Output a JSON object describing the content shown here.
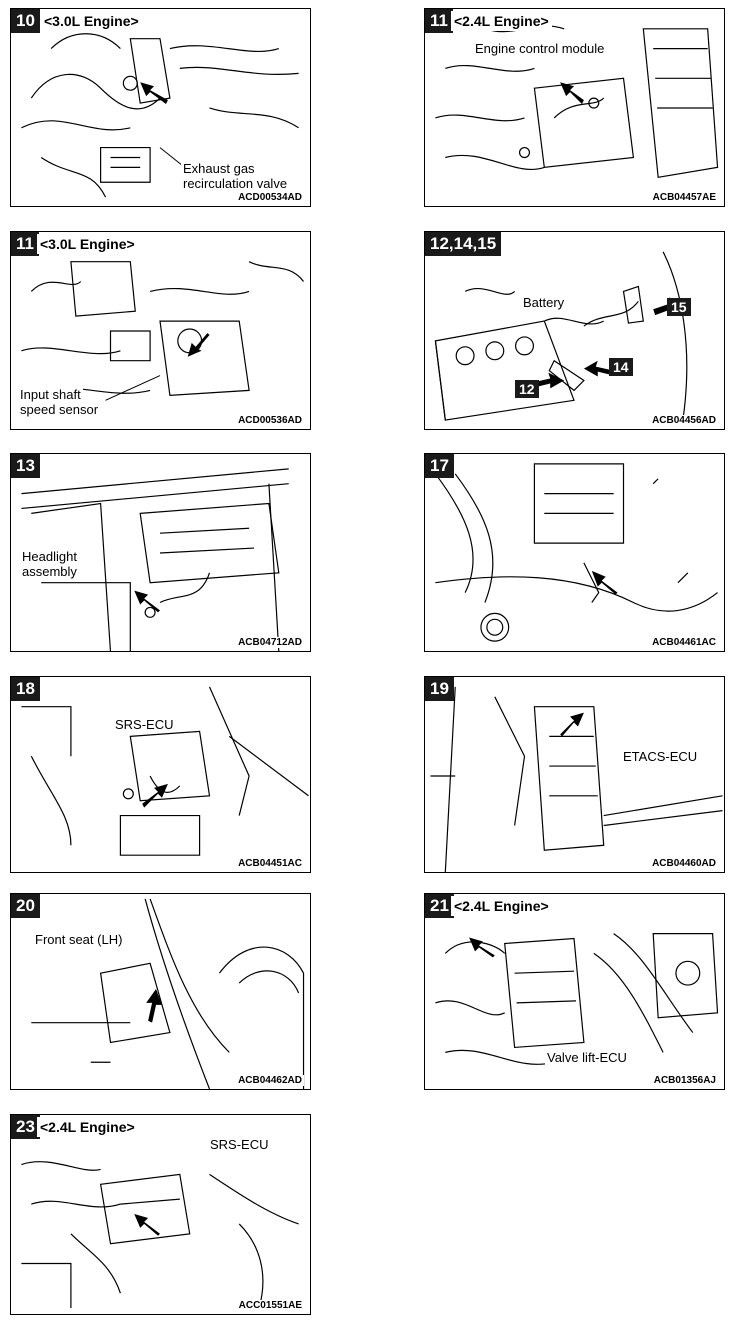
{
  "panels": [
    {
      "number": "10",
      "engine": "<3.0L Engine>",
      "labels": [
        "Exhaust gas",
        "recirculation valve"
      ],
      "code": "ACD00534AD"
    },
    {
      "number": "11",
      "engine": "<2.4L Engine>",
      "labels": [
        "Engine control module"
      ],
      "code": "ACB04457AE"
    },
    {
      "number": "11",
      "engine": "<3.0L Engine>",
      "labels": [
        "Input shaft",
        "speed sensor"
      ],
      "code": "ACD00536AD"
    },
    {
      "number": "12,14,15",
      "engine": "",
      "labels": [
        "Battery"
      ],
      "callouts": [
        "15",
        "14",
        "12"
      ],
      "code": "ACB04456AD"
    },
    {
      "number": "13",
      "engine": "",
      "labels": [
        "Headlight",
        "assembly"
      ],
      "code": "ACB04712AD"
    },
    {
      "number": "17",
      "engine": "",
      "labels": [],
      "code": "ACB04461AC"
    },
    {
      "number": "18",
      "engine": "",
      "labels": [
        "SRS-ECU"
      ],
      "code": "ACB04451AC"
    },
    {
      "number": "19",
      "engine": "",
      "labels": [
        "ETACS-ECU"
      ],
      "code": "ACB04460AD"
    },
    {
      "number": "20",
      "engine": "",
      "labels": [
        "Front seat (LH)"
      ],
      "code": "ACB04462AD"
    },
    {
      "number": "21",
      "engine": "<2.4L Engine>",
      "labels": [
        "Valve lift-ECU"
      ],
      "code": "ACB01356AJ"
    },
    {
      "number": "23",
      "engine": "<2.4L Engine>",
      "labels": [
        "SRS-ECU"
      ],
      "code": "ACC01551AE"
    }
  ]
}
